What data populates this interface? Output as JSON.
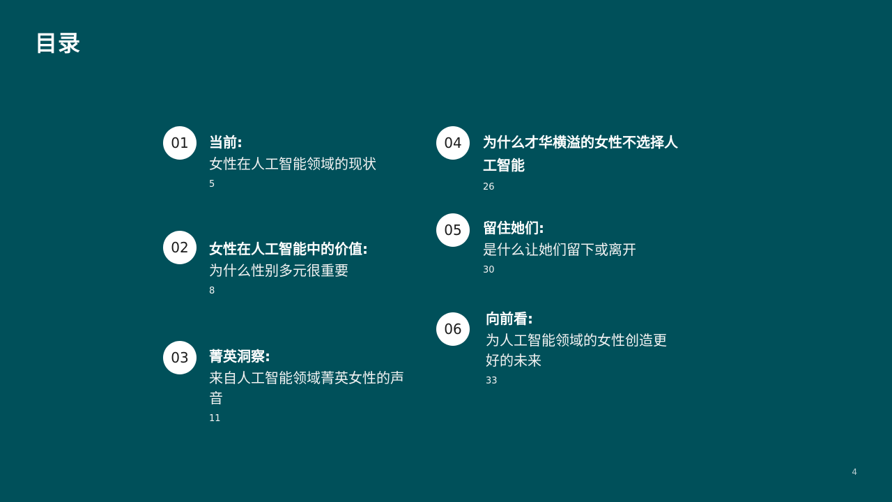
{
  "title": "目录",
  "slide_number": "4",
  "items": [
    {
      "number": "01",
      "heading": "当前:",
      "subtitle": "女性在人工智能领域的现状",
      "page": "5"
    },
    {
      "number": "02",
      "heading": "女性在人工智能中的价值:",
      "subtitle": "为什么性别多元很重要",
      "page": "8"
    },
    {
      "number": "03",
      "heading": "菁英洞察:",
      "subtitle": "来自人工智能领域菁英女性的声音",
      "page": "11"
    },
    {
      "number": "04",
      "heading": "为什么才华横溢的女性不选择人工智能",
      "subtitle": "",
      "page": "26"
    },
    {
      "number": "05",
      "heading": "留住她们:",
      "subtitle": "是什么让她们留下或离开",
      "page": "30"
    },
    {
      "number": "06",
      "heading": "向前看:",
      "subtitle": "为人工智能领域的女性创造更好的未来",
      "page": "33"
    }
  ]
}
